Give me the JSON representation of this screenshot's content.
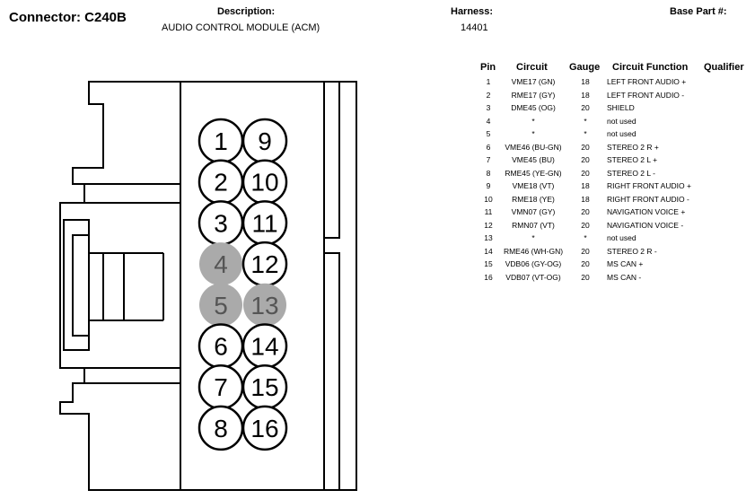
{
  "header": {
    "connector_label": "Connector: C240B",
    "description_heading": "Description:",
    "description_value": "AUDIO CONTROL MODULE (ACM)",
    "harness_heading": "Harness:",
    "harness_value": "14401",
    "base_part_heading": "Base Part #:"
  },
  "table": {
    "columns": [
      "Pin",
      "Circuit",
      "Gauge",
      "Circuit Function",
      "Qualifier"
    ],
    "rows": [
      {
        "pin": "1",
        "circuit": "VME17 (GN)",
        "gauge": "18",
        "function": "LEFT FRONT AUDIO +"
      },
      {
        "pin": "2",
        "circuit": "RME17 (GY)",
        "gauge": "18",
        "function": "LEFT FRONT AUDIO -"
      },
      {
        "pin": "3",
        "circuit": "DME45 (OG)",
        "gauge": "20",
        "function": "SHIELD"
      },
      {
        "pin": "4",
        "circuit": "*",
        "gauge": "*",
        "function": "not used"
      },
      {
        "pin": "5",
        "circuit": "*",
        "gauge": "*",
        "function": "not used"
      },
      {
        "pin": "6",
        "circuit": "VME46 (BU-GN)",
        "gauge": "20",
        "function": "STEREO 2 R +"
      },
      {
        "pin": "7",
        "circuit": "VME45 (BU)",
        "gauge": "20",
        "function": "STEREO 2 L +"
      },
      {
        "pin": "8",
        "circuit": "RME45 (YE-GN)",
        "gauge": "20",
        "function": "STEREO 2 L -"
      },
      {
        "pin": "9",
        "circuit": "VME18 (VT)",
        "gauge": "18",
        "function": "RIGHT FRONT AUDIO +"
      },
      {
        "pin": "10",
        "circuit": "RME18 (YE)",
        "gauge": "18",
        "function": "RIGHT FRONT AUDIO -"
      },
      {
        "pin": "11",
        "circuit": "VMN07 (GY)",
        "gauge": "20",
        "function": "NAVIGATION VOICE +"
      },
      {
        "pin": "12",
        "circuit": "RMN07 (VT)",
        "gauge": "20",
        "function": "NAVIGATION VOICE -"
      },
      {
        "pin": "13",
        "circuit": "*",
        "gauge": "*",
        "function": "not used"
      },
      {
        "pin": "14",
        "circuit": "RME46 (WH-GN)",
        "gauge": "20",
        "function": "STEREO 2 R -"
      },
      {
        "pin": "15",
        "circuit": "VDB06 (GY-OG)",
        "gauge": "20",
        "function": "MS CAN +"
      },
      {
        "pin": "16",
        "circuit": "VDB07 (VT-OG)",
        "gauge": "20",
        "function": "MS CAN -"
      }
    ]
  },
  "connector": {
    "left_column_pins": [
      "1",
      "2",
      "3",
      "4",
      "5",
      "6",
      "7",
      "8"
    ],
    "right_column_pins": [
      "9",
      "10",
      "11",
      "12",
      "13",
      "14",
      "15",
      "16"
    ],
    "unused_pins": [
      "4",
      "5",
      "13"
    ],
    "unused_fill_color": "#aaaaaa",
    "used_fill_color": "#ffffff"
  }
}
